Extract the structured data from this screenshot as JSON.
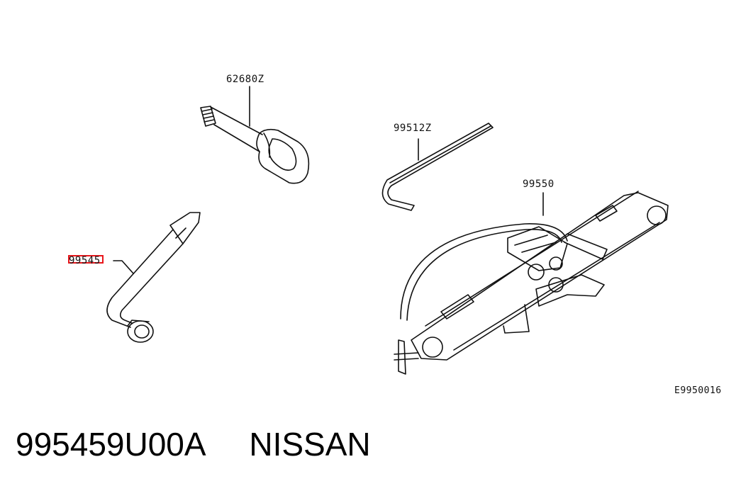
{
  "diagram": {
    "callouts": {
      "tow_hook": "62680Z",
      "hex_wrench": "99512Z",
      "jack": "99550",
      "wheel_wrench": "99545"
    },
    "figure_code": "E9950016",
    "highlight_color": "#e8161b"
  },
  "caption": {
    "part_number": "995459U00A",
    "brand": "NISSAN"
  }
}
